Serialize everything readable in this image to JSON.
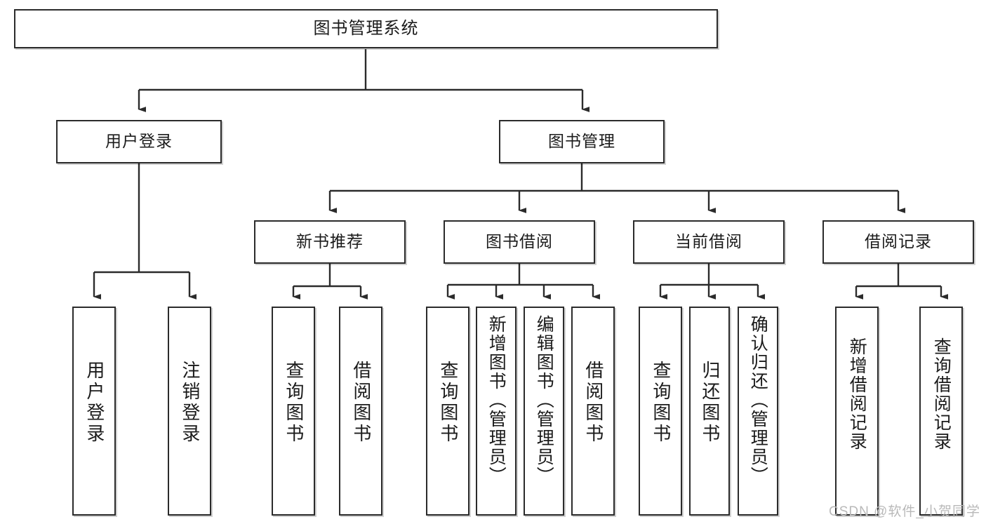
{
  "diagram": {
    "type": "tree",
    "title": "图书管理系统",
    "watermark": "CSDN @软件_小贺同学",
    "colors": {
      "box_border": "#2b2b2b",
      "box_fill": "#ffffff",
      "edge": "#2b2b2b",
      "text": "#1b1b1b",
      "watermark": "#b9b9b9"
    },
    "levels": {
      "root": {
        "label": "图书管理系统"
      },
      "level2": [
        {
          "id": "user-login",
          "label": "用户登录"
        },
        {
          "id": "book-manage",
          "label": "图书管理"
        }
      ],
      "level3": [
        {
          "id": "new-book-rec",
          "label": "新书推荐"
        },
        {
          "id": "book-borrow",
          "label": "图书借阅"
        },
        {
          "id": "current-borrow",
          "label": "当前借阅"
        },
        {
          "id": "borrow-record",
          "label": "借阅记录"
        }
      ],
      "leaves": [
        {
          "id": "leaf-user-login",
          "label": "用户登录",
          "parent": "user-login"
        },
        {
          "id": "leaf-user-logout",
          "label": "注销登录",
          "parent": "user-login"
        },
        {
          "id": "leaf-query-book-1",
          "label": "查询图书",
          "parent": "new-book-rec"
        },
        {
          "id": "leaf-borrow-book-1",
          "label": "借阅图书",
          "parent": "new-book-rec"
        },
        {
          "id": "leaf-query-book-2",
          "label": "查询图书",
          "parent": "book-borrow"
        },
        {
          "id": "leaf-add-book",
          "label": "新增图书（管理员）",
          "parent": "book-borrow"
        },
        {
          "id": "leaf-edit-book",
          "label": "编辑图书（管理员）",
          "parent": "book-borrow"
        },
        {
          "id": "leaf-borrow-book-2",
          "label": "借阅图书",
          "parent": "book-borrow"
        },
        {
          "id": "leaf-query-book-3",
          "label": "查询图书",
          "parent": "current-borrow"
        },
        {
          "id": "leaf-return-book",
          "label": "归还图书",
          "parent": "current-borrow"
        },
        {
          "id": "leaf-confirm-return",
          "label": "确认归还（管理员）",
          "parent": "current-borrow"
        },
        {
          "id": "leaf-add-record",
          "label": "新增借阅记录",
          "parent": "borrow-record"
        },
        {
          "id": "leaf-query-record",
          "label": "查询借阅记录",
          "parent": "borrow-record"
        }
      ]
    }
  }
}
